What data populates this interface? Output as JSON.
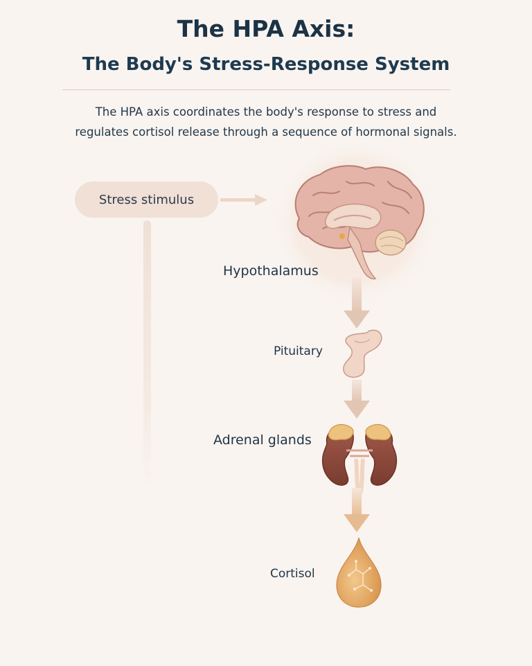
{
  "header": {
    "title": "The HPA Axis:",
    "subtitle": "The Body's Stress-Response System"
  },
  "intro": {
    "line1": "The HPA axis coordinates the body's response to stress and",
    "line2": "regulates cortisol release through a sequence of hormonal signals."
  },
  "flow": {
    "stimulus": "Stress stimulus",
    "steps": [
      {
        "label": "Hypothalamus",
        "icon": "brain-icon"
      },
      {
        "label": "Pituitary",
        "icon": "pituitary-gland-icon"
      },
      {
        "label": "Adrenal glands",
        "icon": "adrenal-glands-icon"
      },
      {
        "label": "Cortisol",
        "icon": "cortisol-droplet-icon"
      }
    ]
  },
  "colors": {
    "background": "#f9f4f0",
    "title": "#1b3346",
    "pill": "#f0e0d6",
    "arrow": "#e3c9b8",
    "kidney": "#8a4a3a",
    "adrenal": "#e9c27d",
    "droplet": "#e2aa63"
  }
}
